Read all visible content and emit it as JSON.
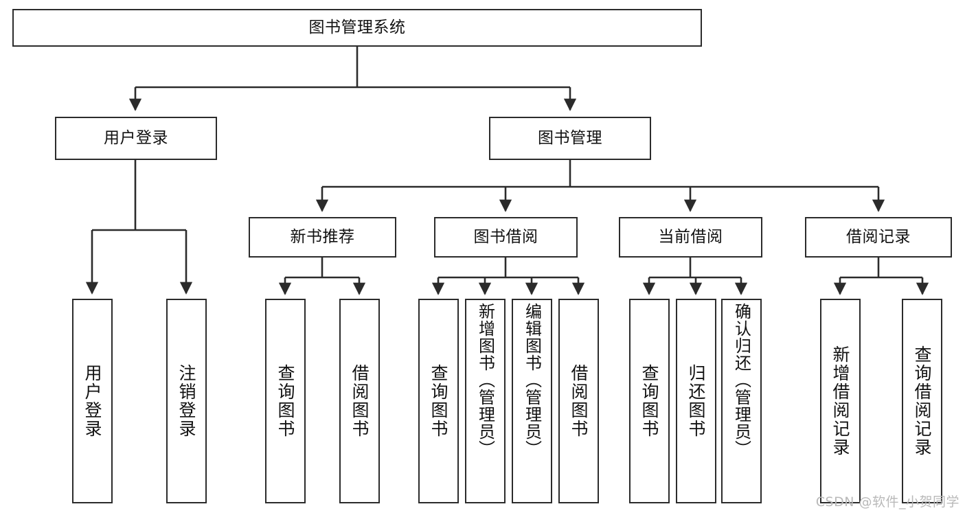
{
  "diagram": {
    "title": "图书管理系统",
    "watermark": "CSDN @软件_小贺同学",
    "colors": {
      "stroke": "#2b2b2b",
      "background": "#ffffff",
      "text": "#111111",
      "watermark": "#b9b9b9"
    },
    "nodes": {
      "root": {
        "label": "图书管理系统"
      },
      "level2": [
        {
          "label": "用户登录"
        },
        {
          "label": "图书管理"
        }
      ],
      "level3": [
        {
          "label": "新书推荐"
        },
        {
          "label": "图书借阅"
        },
        {
          "label": "当前借阅"
        },
        {
          "label": "借阅记录"
        }
      ],
      "leaves": {
        "user_login": [
          {
            "label": "用户登录"
          },
          {
            "label": "注销登录"
          }
        ],
        "new_book_recommend": [
          {
            "label": "查询图书"
          },
          {
            "label": "借阅图书"
          }
        ],
        "book_borrow": [
          {
            "label": "查询图书"
          },
          {
            "label": "新增图书（管理员）"
          },
          {
            "label": "编辑图书（管理员）"
          },
          {
            "label": "借阅图书"
          }
        ],
        "current_borrow": [
          {
            "label": "查询图书"
          },
          {
            "label": "归还图书"
          },
          {
            "label": "确认归还（管理员）"
          }
        ],
        "borrow_record": [
          {
            "label": "新增借阅记录"
          },
          {
            "label": "查询借阅记录"
          }
        ]
      }
    }
  }
}
